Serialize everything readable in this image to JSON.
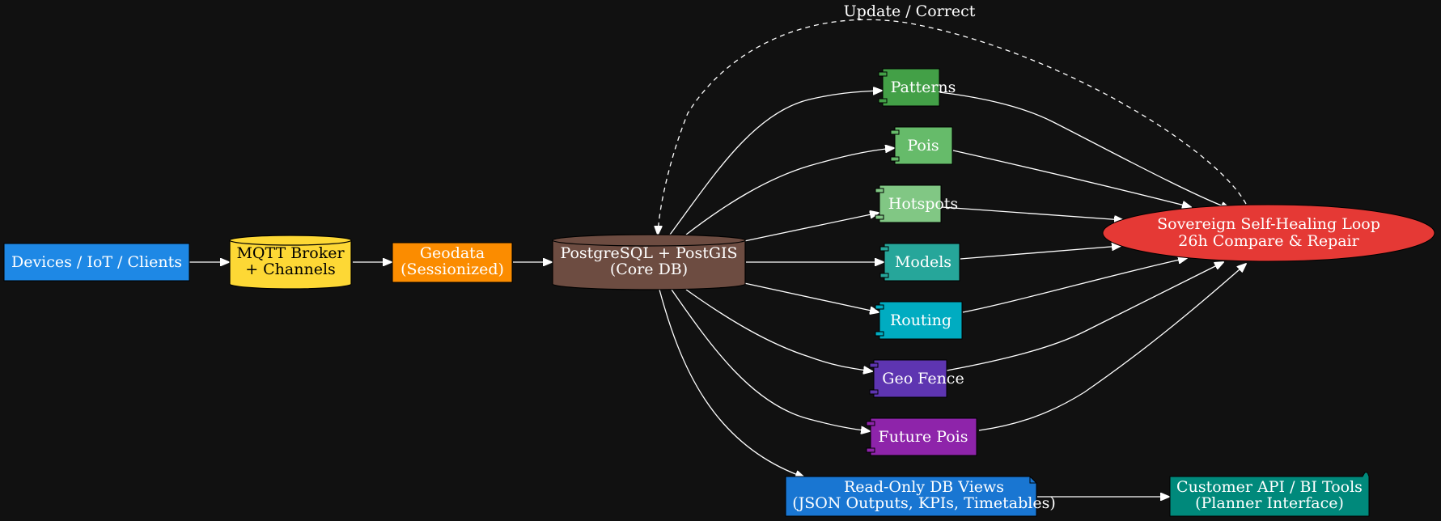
{
  "diagram": {
    "nodes": {
      "devices": {
        "label": "Devices / IoT / Clients",
        "color": "#1e88e5"
      },
      "mqtt": {
        "line1": "MQTT Broker",
        "line2": "+ Channels",
        "color": "#fdd835"
      },
      "geodata": {
        "line1": "Geodata",
        "line2": "(Sessionized)",
        "color": "#fb8c00"
      },
      "postgres": {
        "line1": "PostgreSQL + PostGIS",
        "line2": "(Core DB)",
        "color": "#6d4c41"
      },
      "patterns": {
        "label": "Patterns",
        "color": "#43a047"
      },
      "pois": {
        "label": "Pois",
        "color": "#66bb6a"
      },
      "hotspots": {
        "label": "Hotspots",
        "color": "#81c784"
      },
      "models": {
        "label": "Models",
        "color": "#26a69a"
      },
      "routing": {
        "label": "Routing",
        "color": "#00acc1"
      },
      "geofence": {
        "label": "Geo Fence",
        "color": "#5e35b1"
      },
      "futurepois": {
        "label": "Future Pois",
        "color": "#8e24aa"
      },
      "selfheal": {
        "line1": "Sovereign Self-Healing Loop",
        "line2": "26h Compare & Repair",
        "color": "#e53935"
      },
      "views": {
        "line1": "Read-Only DB Views",
        "line2": "(JSON Outputs, KPIs, Timetables)",
        "color": "#1976d2"
      },
      "customer": {
        "line1": "Customer API / BI Tools",
        "line2": "(Planner Interface)",
        "color": "#00897b"
      }
    },
    "edges": {
      "feedback_label": "Update / Correct"
    }
  }
}
